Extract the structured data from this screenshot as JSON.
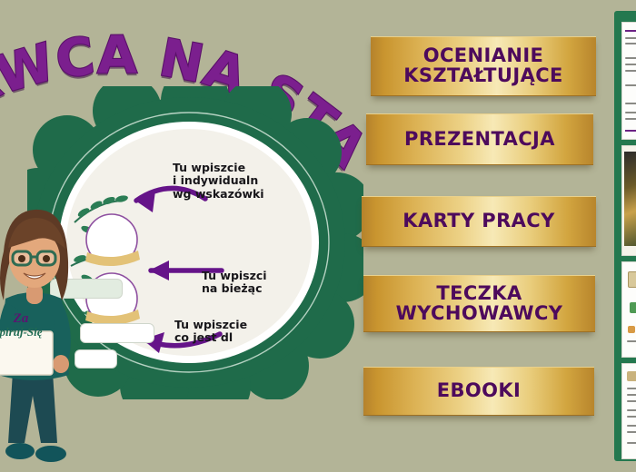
{
  "meta": {
    "background_color": "#b3b497",
    "accent_purple": "#7b1f8e",
    "accent_green": "#1f6b4a",
    "accent_gold": "#d2a53f"
  },
  "hero": {
    "title_arc": "OWAWCA NA START",
    "title_full_hint": "WYCHOWAWCA NA START",
    "title_color": "#7b1f8e"
  },
  "badge": {
    "shape": "scalloped-circle",
    "color": "#1f6b4a",
    "inner_texts": [
      {
        "id": "note-1",
        "lines": [
          "Tu wpiszcie",
          "i indywidualn",
          "wg wskazówki"
        ]
      },
      {
        "id": "note-2",
        "lines": [
          "Tu wpiszci",
          "na bieżąc"
        ]
      },
      {
        "id": "note-3",
        "lines": [
          "Tu wpiszcie",
          "co jest dl"
        ]
      }
    ],
    "arrows": [
      "arrow-top-left",
      "arrow-middle-left",
      "arrow-bottom-left"
    ]
  },
  "avatar": {
    "name": "teacher-avatar",
    "sign_line_1": "Za",
    "sign_line_2": "piruj-Się",
    "sign_full_hint": "Zainspiruj-Się"
  },
  "menu": {
    "buttons": [
      {
        "id": "ocenianie",
        "label": "OCENIANIE\nKSZTAŁTUJĄCE"
      },
      {
        "id": "prezentacja",
        "label": "PREZENTACJA"
      },
      {
        "id": "karty-pracy",
        "label": "KARTY PRACY"
      },
      {
        "id": "teczka",
        "label": "TECZKA\nWYCHOWAWCY"
      },
      {
        "id": "ebooki",
        "label": "EBOOKI"
      }
    ],
    "text_color": "#4d0a5c"
  },
  "right_panel": {
    "name": "document-preview-panel",
    "frame_color": "#24784f",
    "cards": [
      {
        "id": "card-text",
        "type": "text-document"
      },
      {
        "id": "card-photo",
        "type": "photo-document"
      },
      {
        "id": "card-worksheet",
        "type": "worksheet-document"
      },
      {
        "id": "card-list",
        "type": "list-document"
      }
    ]
  }
}
